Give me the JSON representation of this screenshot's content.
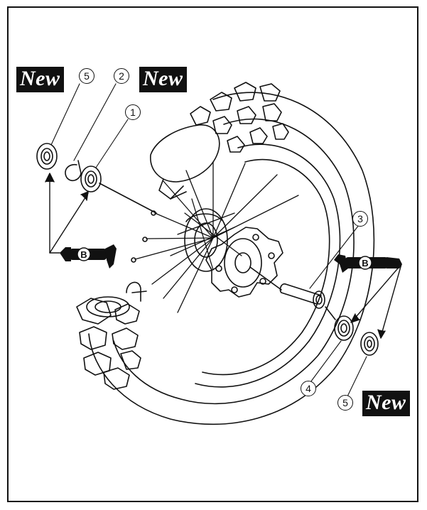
{
  "badges": {
    "new_top_left": "New",
    "new_top_middle": "New",
    "new_bottom_right": "New"
  },
  "callouts": {
    "c1": "1",
    "c2": "2",
    "c3": "3",
    "c4": "4",
    "c5_top": "5",
    "c5_bottom": "5"
  },
  "tools": {
    "left": "B",
    "right": "B"
  }
}
